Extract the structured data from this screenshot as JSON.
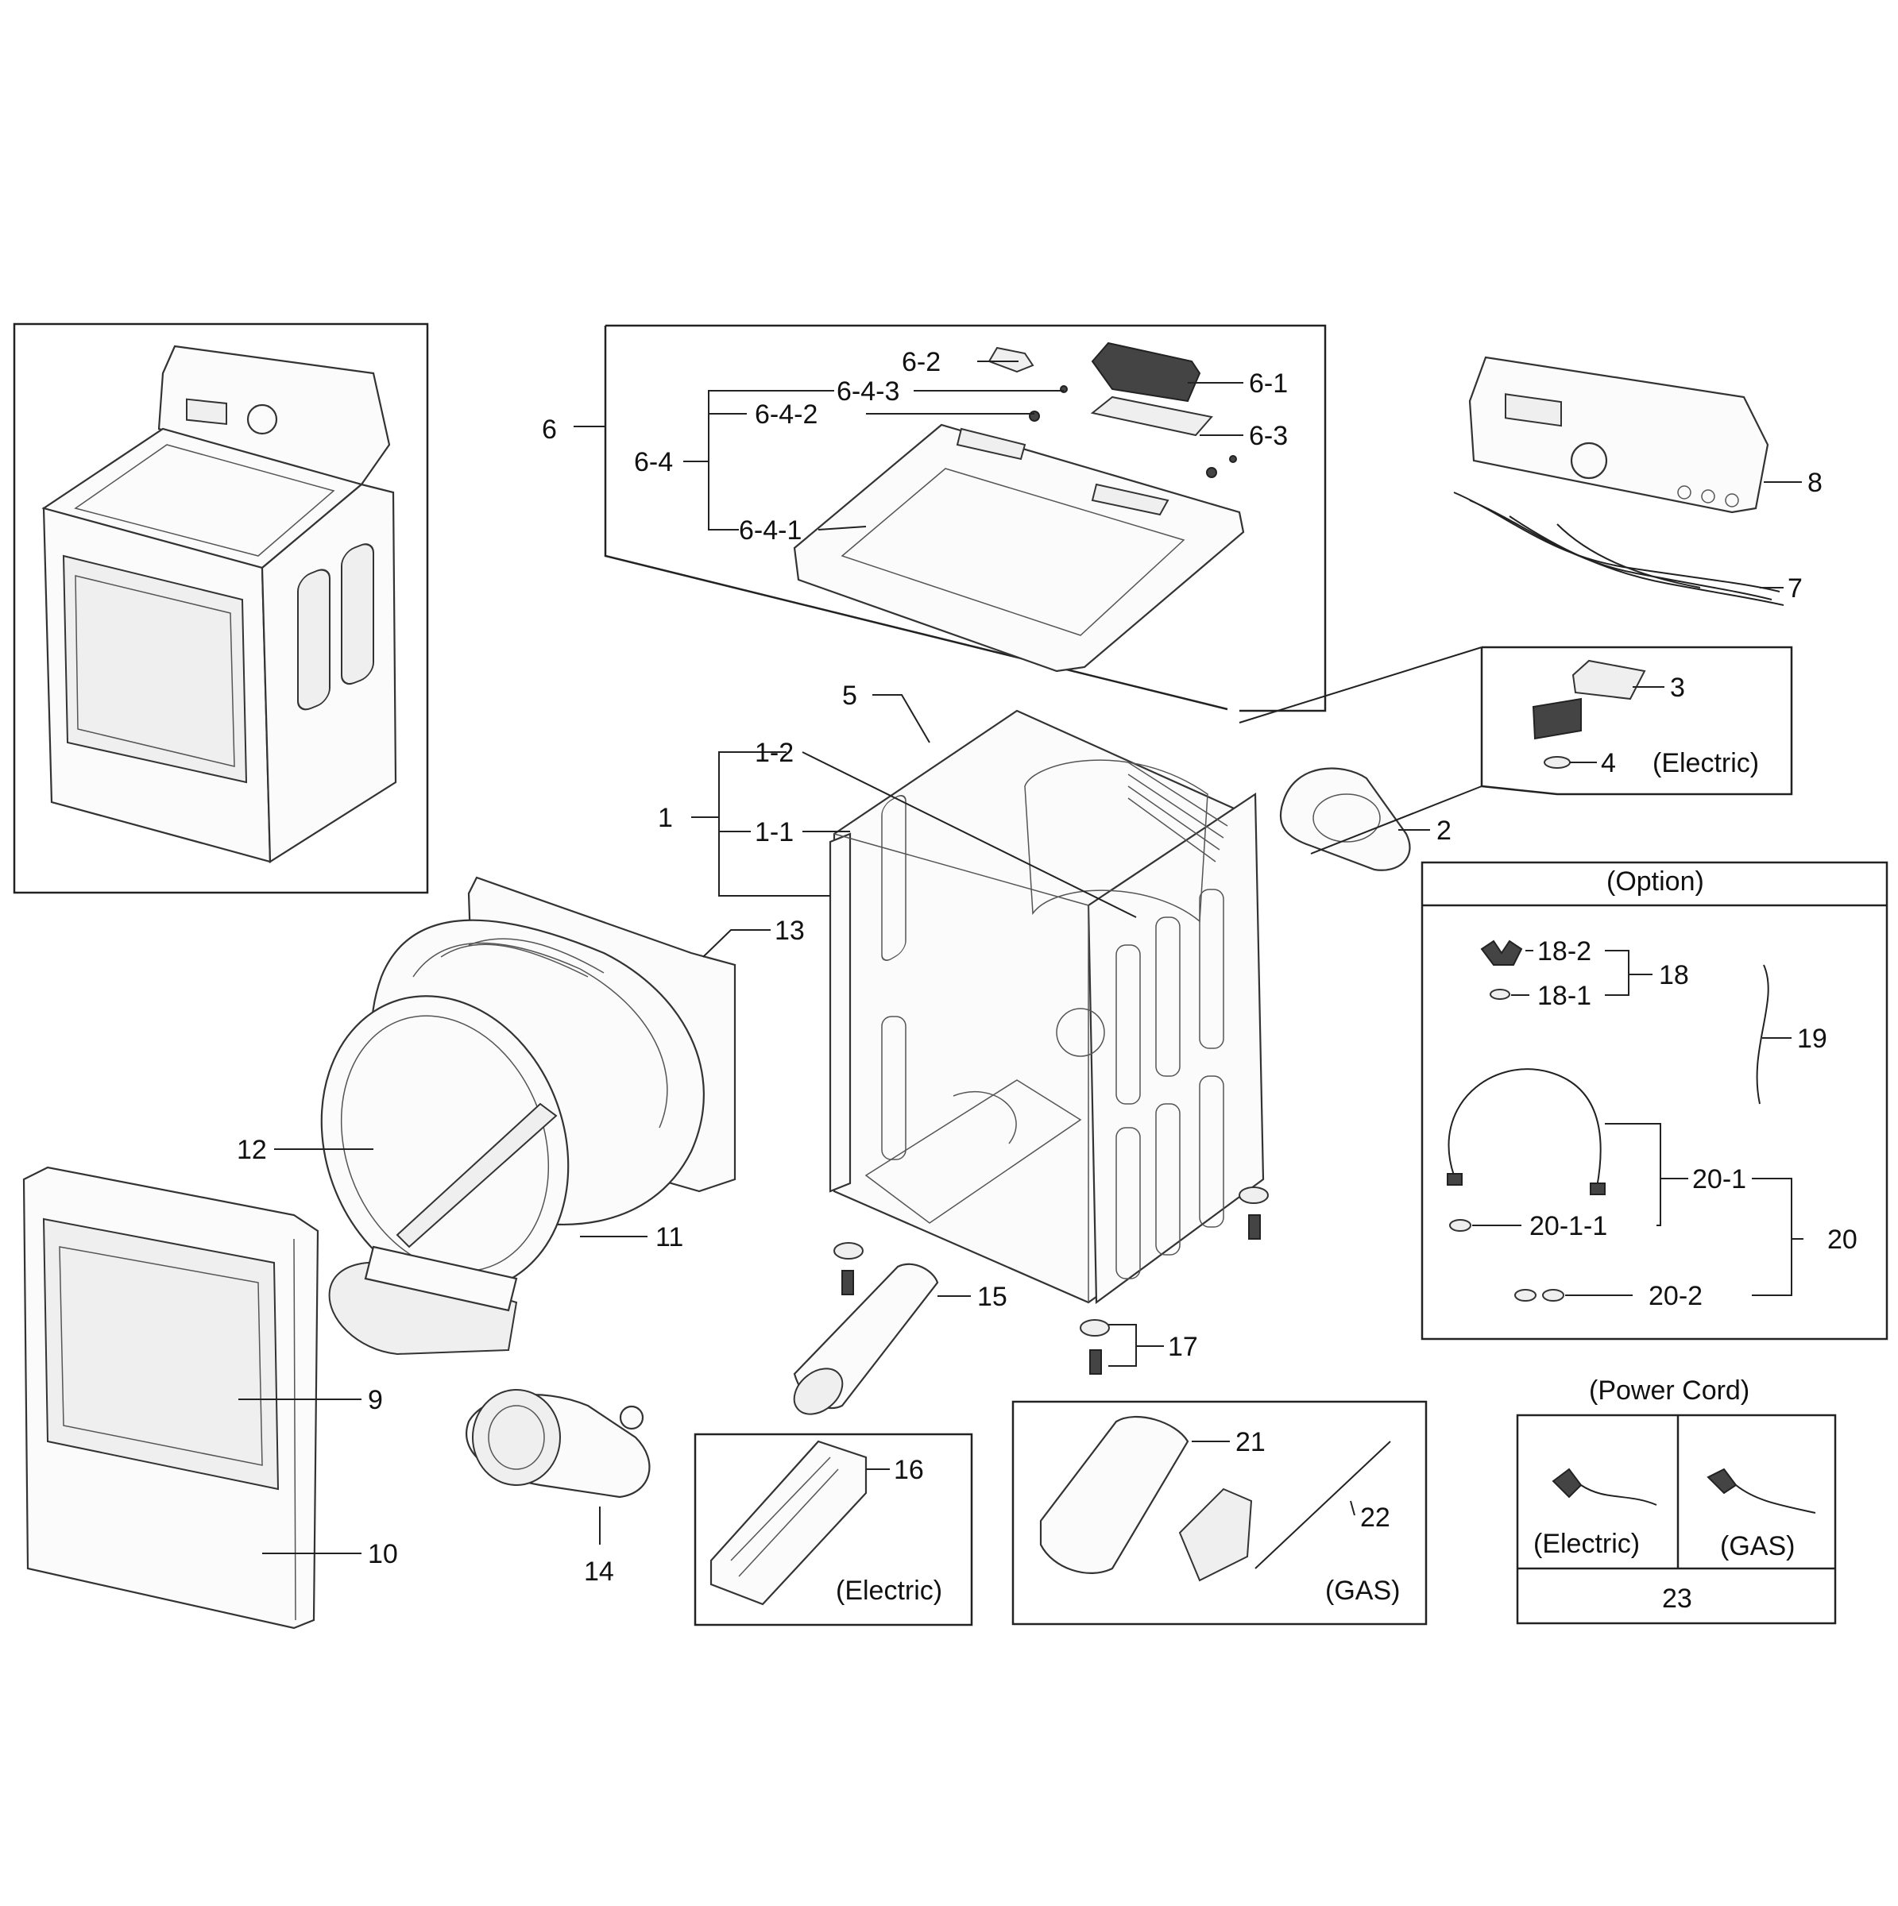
{
  "labels": {
    "p1": "1",
    "p1_1": "1-1",
    "p1_2": "1-2",
    "p2": "2",
    "p3": "3",
    "p4": "4",
    "p5": "5",
    "p6": "6",
    "p6_1": "6-1",
    "p6_2": "6-2",
    "p6_3": "6-3",
    "p6_4": "6-4",
    "p6_4_1": "6-4-1",
    "p6_4_2": "6-4-2",
    "p6_4_3": "6-4-3",
    "p7": "7",
    "p8": "8",
    "p9": "9",
    "p10": "10",
    "p11": "11",
    "p12": "12",
    "p13": "13",
    "p14": "14",
    "p15": "15",
    "p16": "16",
    "p17": "17",
    "p18": "18",
    "p18_1": "18-1",
    "p18_2": "18-2",
    "p19": "19",
    "p20": "20",
    "p20_1": "20-1",
    "p20_1_1": "20-1-1",
    "p20_2": "20-2",
    "p21": "21",
    "p22": "22",
    "p23": "23"
  },
  "captions": {
    "electric_heater_box": "(Electric)",
    "electric_filter_box": "(Electric)",
    "gas_box": "(GAS)",
    "option_title": "(Option)",
    "power_cord_title": "(Power Cord)",
    "power_cord_electric": "(Electric)",
    "power_cord_gas": "(GAS)"
  }
}
